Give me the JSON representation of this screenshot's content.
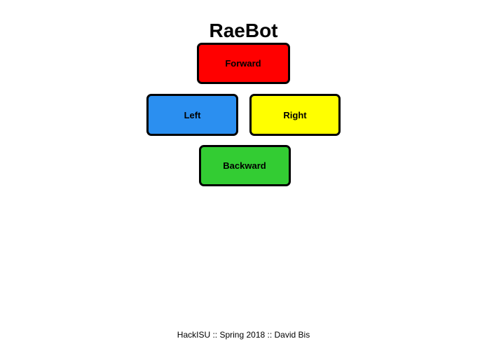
{
  "page": {
    "title": "RaeBot",
    "background_color": "#ffffff",
    "text_color": "#000000"
  },
  "controls": {
    "forward": {
      "label": "Forward",
      "color": "#ff0000",
      "border_color": "#000000"
    },
    "left": {
      "label": "Left",
      "color": "#2b8ff0",
      "border_color": "#000000"
    },
    "right": {
      "label": "Right",
      "color": "#ffff00",
      "border_color": "#000000"
    },
    "backward": {
      "label": "Backward",
      "color": "#33cc33",
      "border_color": "#000000"
    }
  },
  "footer": {
    "credit": "HackISU :: Spring 2018 :: David Bis"
  }
}
